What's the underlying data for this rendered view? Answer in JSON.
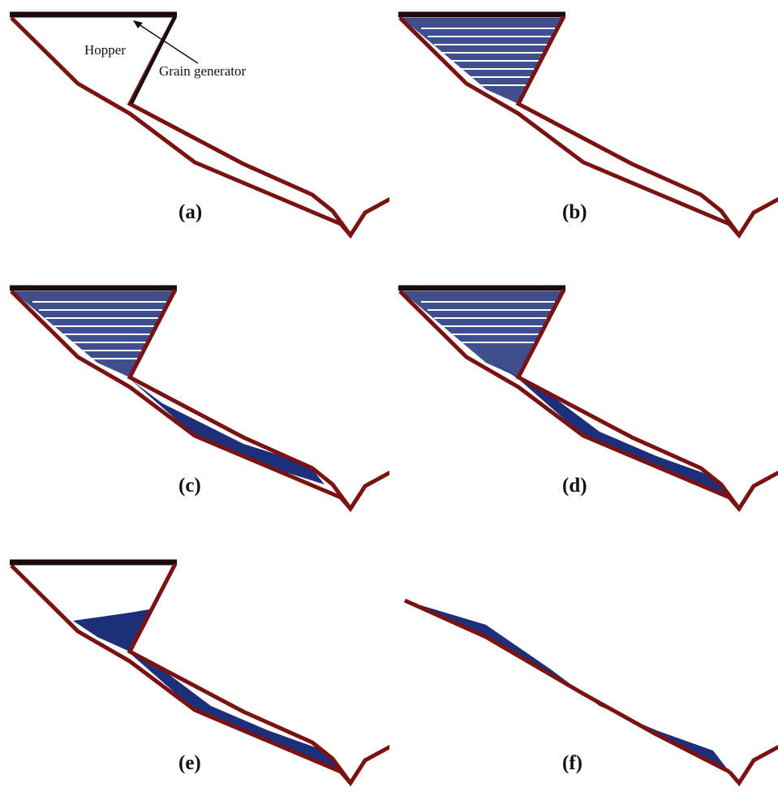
{
  "figure": {
    "annotations": {
      "hopper": "Hopper",
      "grain_generator": "Grain generator"
    },
    "panels": [
      {
        "id": "a",
        "caption": "(a)"
      },
      {
        "id": "b",
        "caption": "(b)"
      },
      {
        "id": "c",
        "caption": "(c)"
      },
      {
        "id": "d",
        "caption": "(d)"
      },
      {
        "id": "e",
        "caption": "(e)"
      },
      {
        "id": "f",
        "caption": "(f)"
      }
    ],
    "colors": {
      "wall_red": "#7a1212",
      "wall_black": "#111111",
      "grain_blue": "#1d2f78",
      "background": "#ffffff"
    }
  }
}
